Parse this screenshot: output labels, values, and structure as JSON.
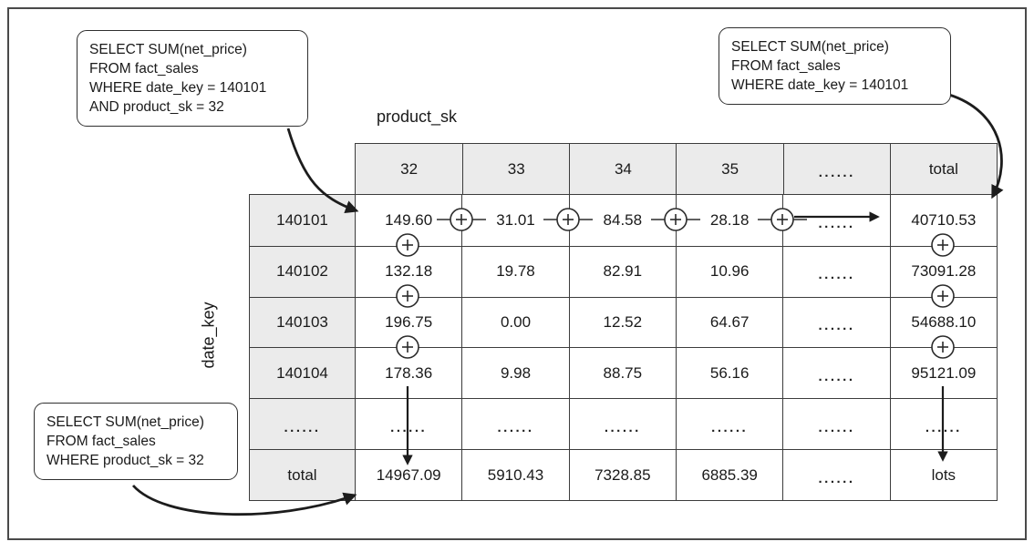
{
  "axes": {
    "column_axis": "product_sk",
    "row_axis": "date_key"
  },
  "callouts": {
    "top_left": {
      "lines": [
        "SELECT SUM(net_price)",
        "FROM fact_sales",
        "WHERE date_key = 140101",
        "AND product_sk = 32"
      ]
    },
    "top_right": {
      "lines": [
        "SELECT SUM(net_price)",
        "FROM fact_sales",
        "WHERE date_key = 140101"
      ]
    },
    "bottom_left": {
      "lines": [
        "SELECT SUM(net_price)",
        "FROM fact_sales",
        "WHERE product_sk = 32"
      ]
    }
  },
  "table": {
    "column_headers": [
      "32",
      "33",
      "34",
      "35",
      "......",
      "total"
    ],
    "rows": [
      {
        "label": "140101",
        "cells": [
          "149.60",
          "31.01",
          "84.58",
          "28.18",
          "......",
          "40710.53"
        ]
      },
      {
        "label": "140102",
        "cells": [
          "132.18",
          "19.78",
          "82.91",
          "10.96",
          "......",
          "73091.28"
        ]
      },
      {
        "label": "140103",
        "cells": [
          "196.75",
          "0.00",
          "12.52",
          "64.67",
          "......",
          "54688.10"
        ]
      },
      {
        "label": "140104",
        "cells": [
          "178.36",
          "9.98",
          "88.75",
          "56.16",
          "......",
          "95121.09"
        ]
      },
      {
        "label": "......",
        "cells": [
          "......",
          "......",
          "......",
          "......",
          "......",
          "......"
        ]
      },
      {
        "label": "total",
        "cells": [
          "14967.09",
          "5910.43",
          "7328.85",
          "6885.39",
          "......",
          "lots"
        ]
      }
    ]
  },
  "icons": {
    "plus_circle": "+",
    "ellipsis": "......"
  },
  "colors": {
    "shaded_cell": "#ebebeb",
    "line": "#3c3c3c",
    "background": "#ffffff"
  }
}
